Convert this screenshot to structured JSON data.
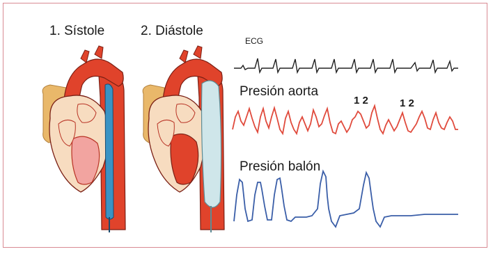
{
  "labels": {
    "systole": "1. Sístole",
    "diastole": "2. Diástole",
    "ecg": "ECG",
    "aortic_pressure": "Presión aorta",
    "balloon_pressure": "Presión balón",
    "aorta_marker_1": "1 2",
    "aorta_marker_2": "1 2"
  },
  "colors": {
    "frame": "#d88a93",
    "heart_red": "#e0432b",
    "heart_light": "#f7dcc0",
    "atrium_tan": "#e9b86a",
    "balloon_systole": "#3a93c4",
    "balloon_diastole": "#cfe6ea",
    "ecg_trace": "#222222",
    "aorta_trace": "#e04a3c",
    "balloon_trace": "#3a5ea8"
  },
  "icons": {
    "heart_systole": "heart-systole-illustration",
    "heart_diastole": "heart-diastole-illustration"
  }
}
